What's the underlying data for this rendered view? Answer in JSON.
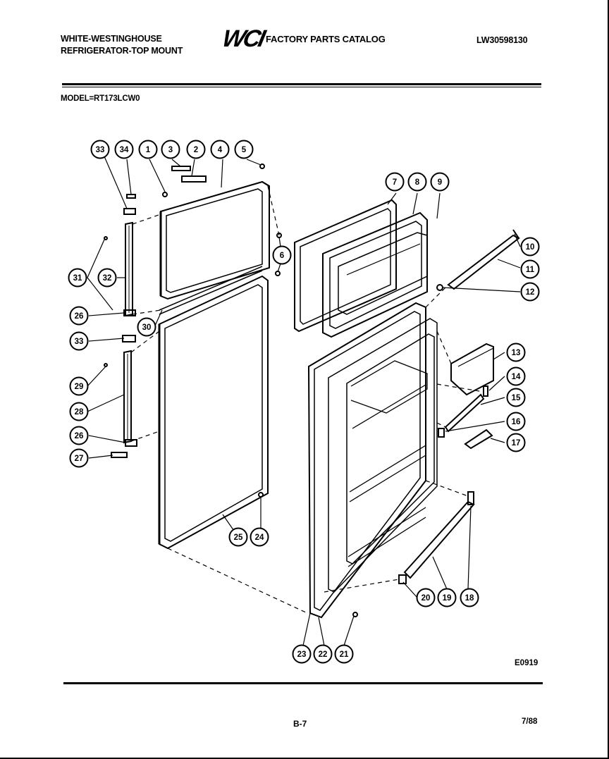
{
  "header": {
    "brand_line1": "WHITE-WESTINGHOUSE",
    "brand_line2": "REFRIGERATOR-TOP MOUNT",
    "logo": "WCI",
    "catalog_title": "FACTORY PARTS CATALOG",
    "part_number": "LW30598130"
  },
  "model": "MODEL=RT173LCW0",
  "callouts": [
    "33",
    "34",
    "1",
    "3",
    "2",
    "4",
    "5",
    "7",
    "8",
    "9",
    "6",
    "10",
    "11",
    "12",
    "31",
    "32",
    "26",
    "30",
    "33",
    "29",
    "28",
    "26",
    "27",
    "13",
    "14",
    "15",
    "16",
    "17",
    "25",
    "24",
    "20",
    "19",
    "18",
    "23",
    "22",
    "21"
  ],
  "footer": {
    "diagram_id": "E0919",
    "page_number": "B-7",
    "date": "7/88"
  }
}
